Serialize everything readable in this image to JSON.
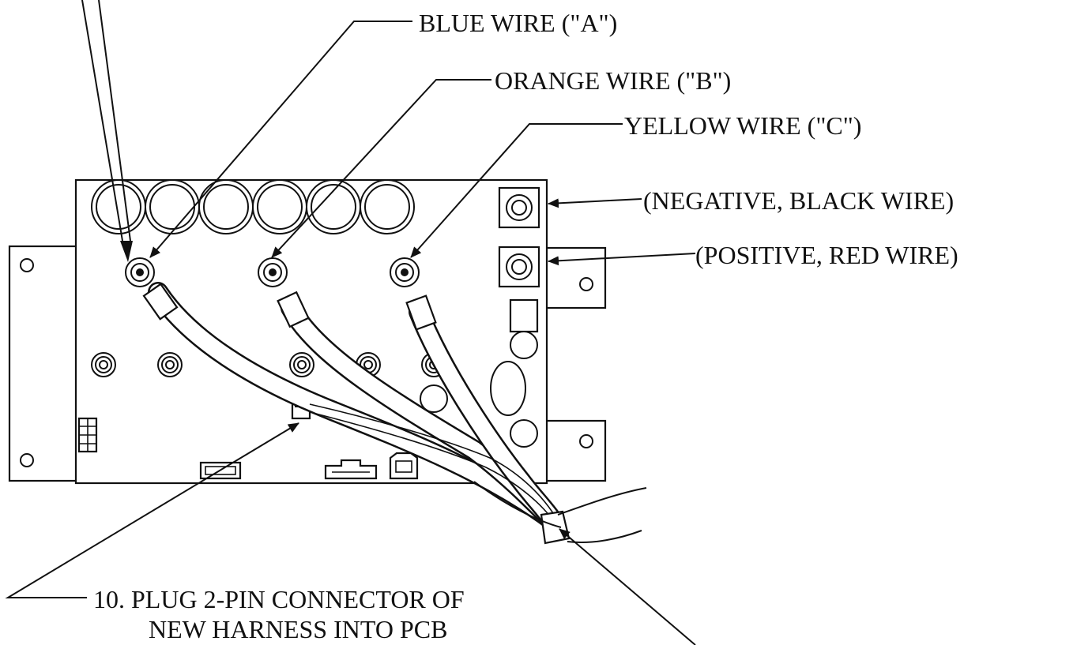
{
  "labels": {
    "blue_wire": "BLUE WIRE (\"A\")",
    "orange_wire": "ORANGE WIRE (\"B\")",
    "yellow_wire": "YELLOW WIRE (\"C\")",
    "negative": "(NEGATIVE, BLACK WIRE)",
    "positive": "(POSITIVE, RED WIRE)",
    "step_line1": "10. PLUG 2-PIN CONNECTOR OF",
    "step_line2": "NEW HARNESS INTO PCB"
  },
  "colors": {
    "ink": "#111111",
    "background": "#ffffff"
  }
}
